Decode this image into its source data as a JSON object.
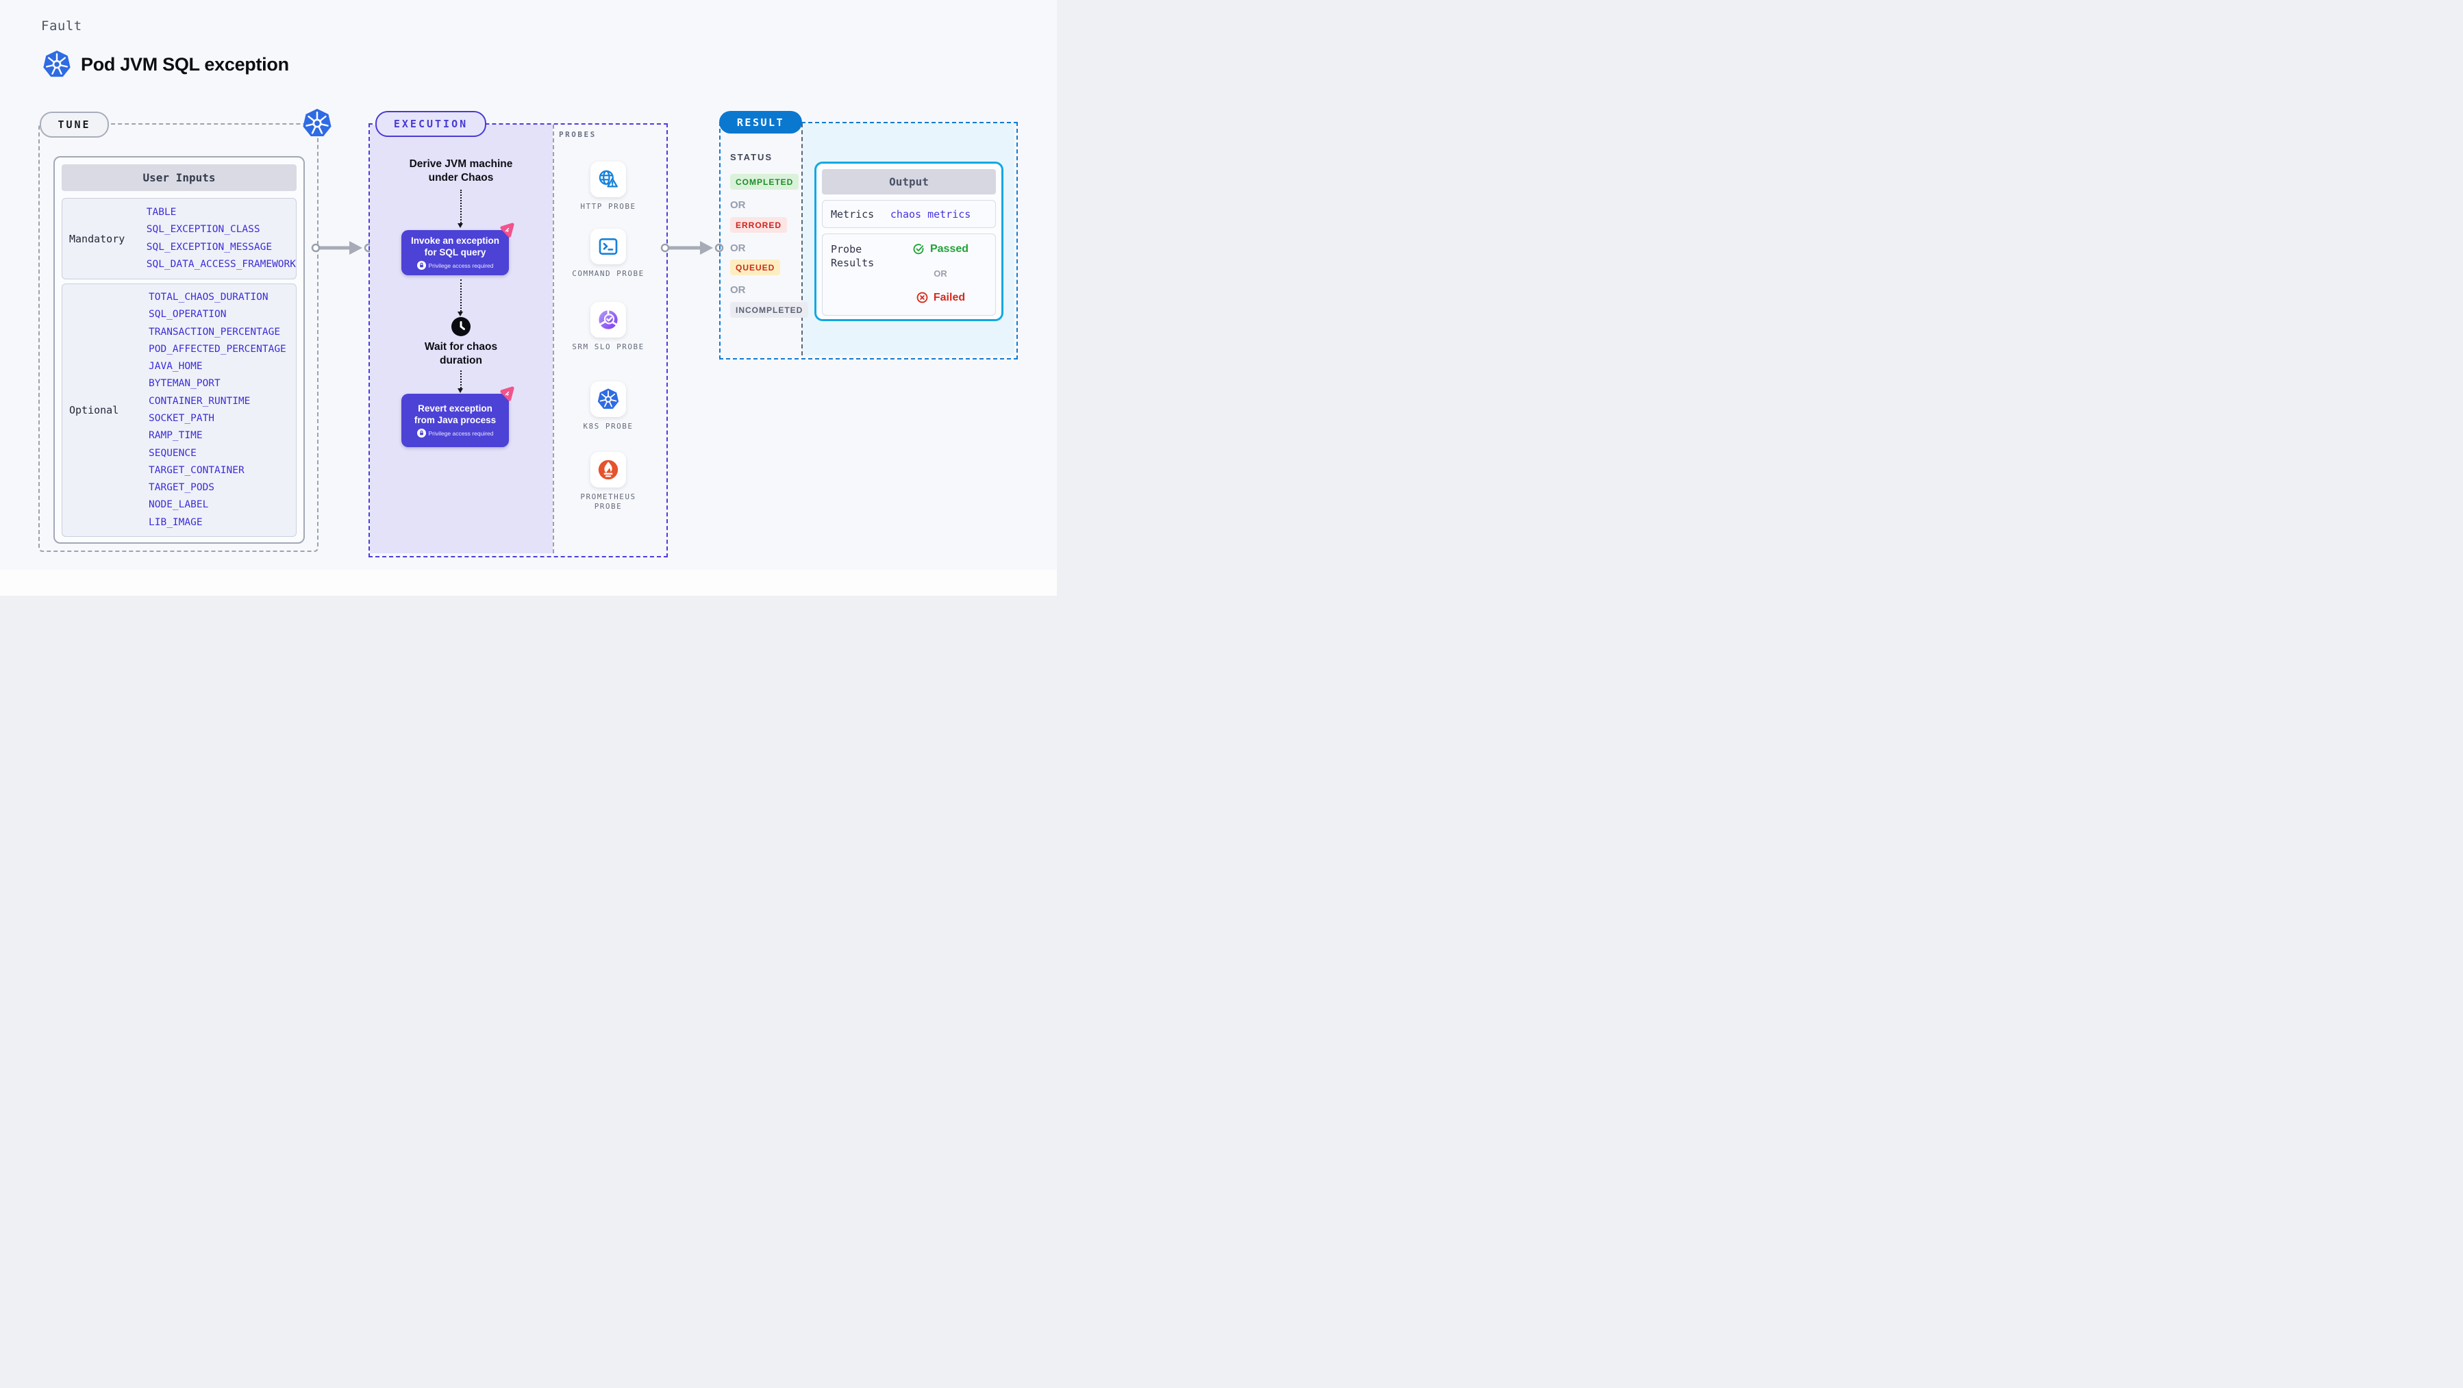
{
  "header": {
    "kicker": "Fault",
    "title": "Pod JVM SQL exception",
    "title_icon": "kubernetes-icon"
  },
  "tune": {
    "badge": "TUNE",
    "corner_icon": "kubernetes-icon",
    "user_inputs": {
      "title": "User Inputs",
      "mandatory_label": "Mandatory",
      "mandatory_items": [
        "TABLE",
        "SQL_EXCEPTION_CLASS",
        "SQL_EXCEPTION_MESSAGE",
        "SQL_DATA_ACCESS_FRAMEWORK"
      ],
      "optional_label": "Optional",
      "optional_items": [
        "TOTAL_CHAOS_DURATION",
        "SQL_OPERATION",
        "TRANSACTION_PERCENTAGE",
        "POD_AFFECTED_PERCENTAGE",
        "JAVA_HOME",
        "BYTEMAN_PORT",
        "CONTAINER_RUNTIME",
        "SOCKET_PATH",
        "RAMP_TIME",
        "SEQUENCE",
        "TARGET_CONTAINER",
        "TARGET_PODS",
        "NODE_LABEL",
        "LIB_IMAGE"
      ]
    }
  },
  "execution": {
    "badge": "EXECUTION",
    "derive_step": "Derive JVM machine under Chaos",
    "invoke_box": {
      "label": "Invoke an exception for SQL query",
      "note": "Privilege access required"
    },
    "wait_step": "Wait for chaos duration",
    "revert_box": {
      "label": "Revert exception from Java process",
      "note": "Privilege access required"
    }
  },
  "probes": {
    "title": "PROBES",
    "items": [
      {
        "label": "HTTP PROBE",
        "icon": "globe-warning-icon"
      },
      {
        "label": "COMMAND PROBE",
        "icon": "terminal-icon"
      },
      {
        "label": "SRM SLO PROBE",
        "icon": "slo-donut-check-icon"
      },
      {
        "label": "K8S PROBE",
        "icon": "kubernetes-icon"
      },
      {
        "label": "PROMETHEUS PROBE",
        "icon": "prometheus-icon"
      }
    ]
  },
  "result": {
    "badge": "RESULT",
    "status_title": "STATUS",
    "or_label": "OR",
    "statuses": [
      {
        "label": "COMPLETED",
        "color": "#1d8d28",
        "bg": "#daf2da"
      },
      {
        "label": "ERRORED",
        "color": "#d0221b",
        "bg": "#fce5e5"
      },
      {
        "label": "QUEUED",
        "color": "#cc2c14",
        "bg": "#fdeec2"
      },
      {
        "label": "INCOMPLETED",
        "color": "#5b6173",
        "bg": "#ebebf2"
      }
    ],
    "output": {
      "title": "Output",
      "metrics_label": "Metrics",
      "metrics_link": "chaos metrics",
      "probe_results_label": "Probe Results",
      "passed_label": "Passed",
      "or_label": "OR",
      "failed_label": "Failed"
    }
  },
  "colors": {
    "page_bg": "#f7f8fb",
    "indigo_dash": "#4b3ce1",
    "gray_dash": "#9ba2ae",
    "blue_dash": "#0f7ad2",
    "lavender_panel": "#e4e2f9",
    "cyan_panel": "#e8f5fc",
    "step_box": "#4c42d6",
    "result_badge": "#0b78d0",
    "output_border": "#12a8e2",
    "kubernetes_blue": "#2e6be4",
    "probe_icon_blue": "#1581da",
    "prometheus_orange": "#e6522c",
    "srm_purple": "#7c3aed",
    "pink_badge": "#f2538d",
    "passed_green": "#1fa338",
    "failed_red": "#d62a1d",
    "value_indigo": "#3b2ed8",
    "link_indigo": "#4434df"
  }
}
